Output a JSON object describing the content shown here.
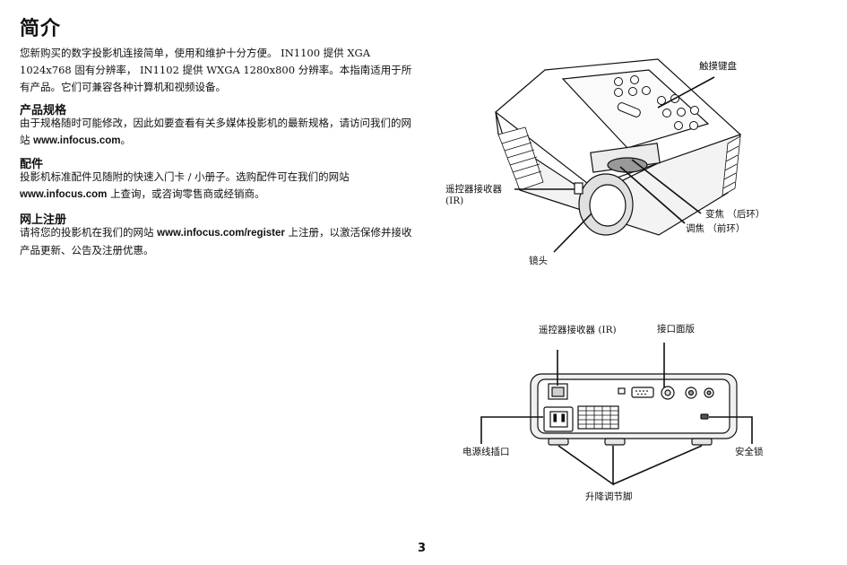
{
  "title": "简介",
  "intro": "您新购买的数字投影机连接简单，使用和维护十分方便。 IN1100 提供 XGA 1024x768 固有分辨率， IN1102 提供 WXGA 1280x800 分辨率。本指南适用于所有产品。它们可兼容各种计算机和视频设备。",
  "sections": [
    {
      "heading": "产品规格",
      "pre": "由于规格随时可能修改，因此如要查看有关多媒体投影机的最新规格，请访问我们的网站 ",
      "link": "www.infocus.com",
      "post": "。"
    },
    {
      "heading": "配件",
      "pre": "投影机标准配件见随附的快速入门卡 / 小册子。选购配件可在我们的网站 ",
      "link": "www.infocus.com",
      "post": " 上查询，或咨询零售商或经销商。"
    },
    {
      "heading": "网上注册",
      "pre": "请将您的投影机在我们的网站 ",
      "link": "www.infocus.com/register",
      "post": " 上注册，以激活保修并接收产品更新、公告及注册优惠。"
    }
  ],
  "top_labels": {
    "keypad": "触摸键盘",
    "ir_line1": "遥控器接收器",
    "ir_line2": "(IR)",
    "zoom": "变焦 （后环）",
    "focus": "调焦 （前环）",
    "lens": "镜头"
  },
  "back_labels": {
    "ir": "遥控器接收器 (IR)",
    "panel": "接口面版",
    "power": "电源线插口",
    "lock": "安全锁",
    "feet": "升降调节脚"
  },
  "page_number": "3"
}
